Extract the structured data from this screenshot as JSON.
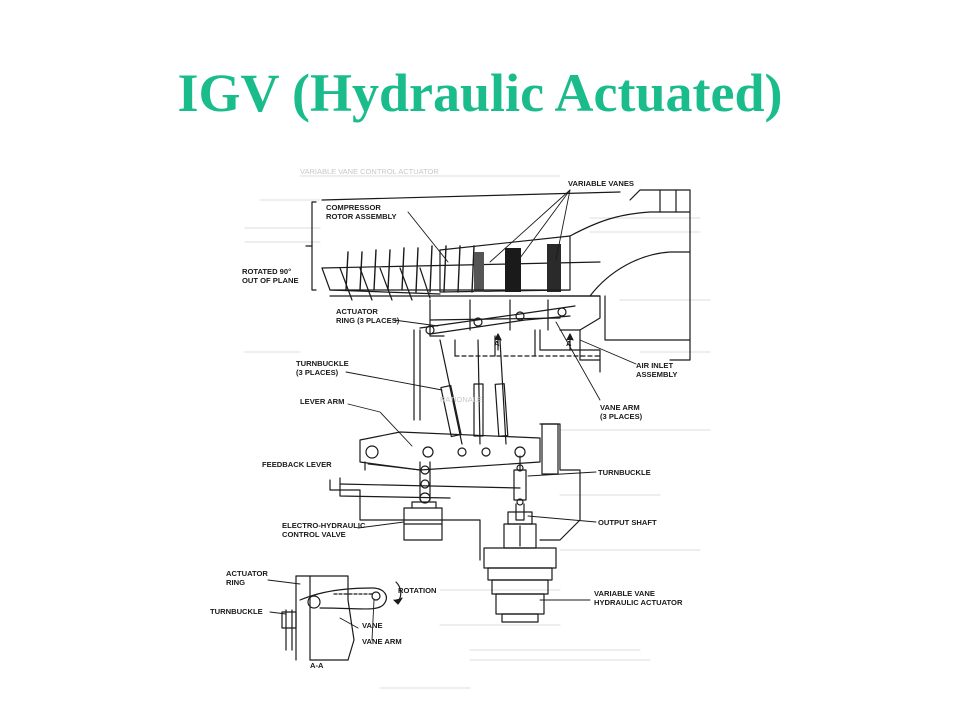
{
  "slide": {
    "title": "IGV (Hydraulic Actuated)",
    "title_color": "#1ABC8C"
  },
  "diagram": {
    "ink_color": "#1a1a1a",
    "labels": {
      "variable_vanes": "VARIABLE VANES",
      "compressor_1": "COMPRESSOR",
      "compressor_2": "ROTOR ASSEMBLY",
      "rotated_1": "ROTATED 90°",
      "rotated_2": "OUT OF PLANE",
      "actuator_ring_1": "ACTUATOR",
      "actuator_ring_2": "RING (3 PLACES)",
      "turnbuckle3_1": "TURNBUCKLE",
      "turnbuckle3_2": "(3 PLACES)",
      "lever_arm": "LEVER ARM",
      "feedback_lever": "FEEDBACK LEVER",
      "ehcv_1": "ELECTRO-HYDRAULIC",
      "ehcv_2": "CONTROL VALVE",
      "air_inlet_1": "AIR INLET",
      "air_inlet_2": "ASSEMBLY",
      "vane_arm_1": "VANE ARM",
      "vane_arm_2": "(3 PLACES)",
      "turnbuckle": "TURNBUCKLE",
      "output_shaft": "OUTPUT SHAFT",
      "vvha_1": "VARIABLE VANE",
      "vvha_2": "HYDRAULIC ACTUATOR",
      "section_a": "A",
      "detail_actuator_1": "ACTUATOR",
      "detail_actuator_2": "RING",
      "detail_turnbuckle": "TURNBUCKLE",
      "rotation": "ROTATION",
      "vane": "VANE",
      "vane_arm": "VANE ARM",
      "section": "A-A"
    }
  }
}
